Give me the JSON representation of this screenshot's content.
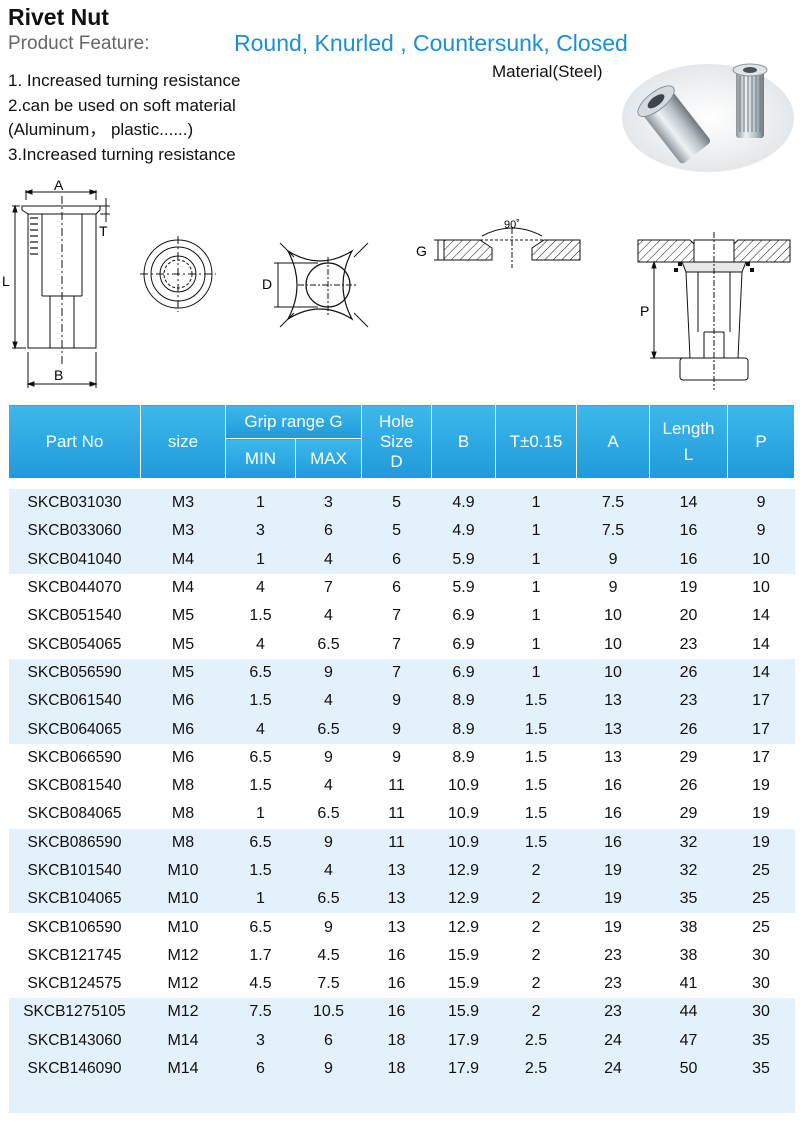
{
  "header": {
    "title": "Rivet Nut",
    "feature_label": "Product Feature:",
    "feature_value": "Round, Knurled , Countersunk, Closed",
    "material": "Material(Steel)"
  },
  "features": [
    "1. Increased turning resistance",
    "2.can be used on soft material",
    "(Aluminum， plastic......)",
    "3.Increased turning resistance"
  ],
  "drawings": {
    "label_A": "A",
    "label_T": "T",
    "label_L": "L",
    "label_B": "B",
    "label_D": "D",
    "label_angle": "90˚",
    "label_G": "G",
    "label_P": "P"
  },
  "table": {
    "headers": {
      "part_no": "Part No",
      "size": "size",
      "grip": "Grip range  G",
      "min": "MIN",
      "max": "MAX",
      "hole_line1": "Hole",
      "hole_line2": "Size",
      "hole_line3": "D",
      "b": "B",
      "t": "T±0.15",
      "a": "A",
      "length_line1": "Length",
      "length_line2": "L",
      "p": "P"
    },
    "rows": [
      [
        "SKCB031030",
        "M3",
        "1",
        "3",
        "5",
        "4.9",
        "1",
        "7.5",
        "14",
        "9"
      ],
      [
        "SKCB033060",
        "M3",
        "3",
        "6",
        "5",
        "4.9",
        "1",
        "7.5",
        "16",
        "9"
      ],
      [
        "SKCB041040",
        "M4",
        "1",
        "4",
        "6",
        "5.9",
        "1",
        "9",
        "16",
        "10"
      ],
      [
        "SKCB044070",
        "M4",
        "4",
        "7",
        "6",
        "5.9",
        "1",
        "9",
        "19",
        "10"
      ],
      [
        "SKCB051540",
        "M5",
        "1.5",
        "4",
        "7",
        "6.9",
        "1",
        "10",
        "20",
        "14"
      ],
      [
        "SKCB054065",
        "M5",
        "4",
        "6.5",
        "7",
        "6.9",
        "1",
        "10",
        "23",
        "14"
      ],
      [
        "SKCB056590",
        "M5",
        "6.5",
        "9",
        "7",
        "6.9",
        "1",
        "10",
        "26",
        "14"
      ],
      [
        "SKCB061540",
        "M6",
        "1.5",
        "4",
        "9",
        "8.9",
        "1.5",
        "13",
        "23",
        "17"
      ],
      [
        "SKCB064065",
        "M6",
        "4",
        "6.5",
        "9",
        "8.9",
        "1.5",
        "13",
        "26",
        "17"
      ],
      [
        "SKCB066590",
        "M6",
        "6.5",
        "9",
        "9",
        "8.9",
        "1.5",
        "13",
        "29",
        "17"
      ],
      [
        "SKCB081540",
        "M8",
        "1.5",
        "4",
        "11",
        "10.9",
        "1.5",
        "16",
        "26",
        "19"
      ],
      [
        "SKCB084065",
        "M8",
        "1",
        "6.5",
        "11",
        "10.9",
        "1.5",
        "16",
        "29",
        "19"
      ],
      [
        "SKCB086590",
        "M8",
        "6.5",
        "9",
        "11",
        "10.9",
        "1.5",
        "16",
        "32",
        "19"
      ],
      [
        "SKCB101540",
        "M10",
        "1.5",
        "4",
        "13",
        "12.9",
        "2",
        "19",
        "32",
        "25"
      ],
      [
        "SKCB104065",
        "M10",
        "1",
        "6.5",
        "13",
        "12.9",
        "2",
        "19",
        "35",
        "25"
      ],
      [
        "SKCB106590",
        "M10",
        "6.5",
        "9",
        "13",
        "12.9",
        "2",
        "19",
        "38",
        "25"
      ],
      [
        "SKCB121745",
        "M12",
        "1.7",
        "4.5",
        "16",
        "15.9",
        "2",
        "23",
        "38",
        "30"
      ],
      [
        "SKCB124575",
        "M12",
        "4.5",
        "7.5",
        "16",
        "15.9",
        "2",
        "23",
        "41",
        "30"
      ],
      [
        "SKCB1275105",
        "M12",
        "7.5",
        "10.5",
        "16",
        "15.9",
        "2",
        "23",
        "44",
        "30"
      ],
      [
        "SKCB143060",
        "M14",
        "3",
        "6",
        "18",
        "17.9",
        "2.5",
        "24",
        "47",
        "35"
      ],
      [
        "SKCB146090",
        "M14",
        "6",
        "9",
        "18",
        "17.9",
        "2.5",
        "24",
        "50",
        "35"
      ]
    ]
  }
}
